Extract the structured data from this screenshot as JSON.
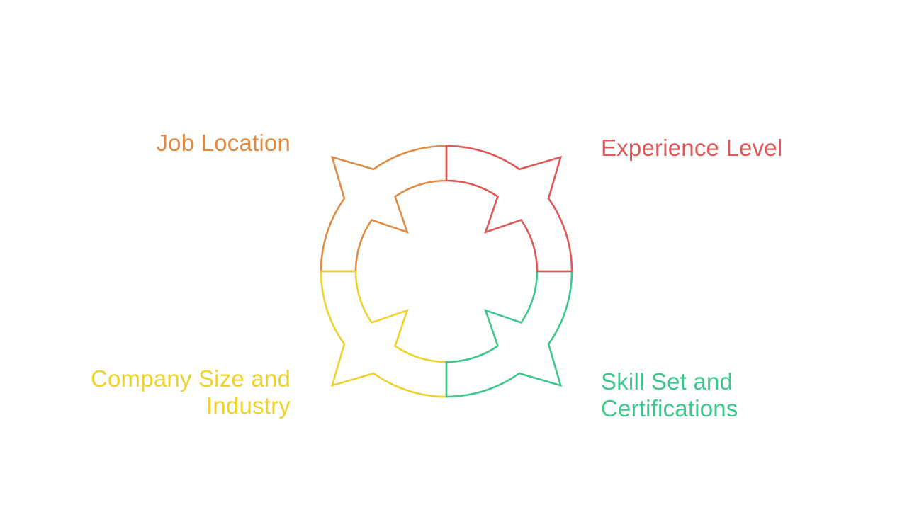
{
  "page": {
    "background": "#ffffff"
  },
  "diagram": {
    "type": "cycle-diagram",
    "description": "Four-part circular cycle with arrow-star quadrants",
    "segments": [
      {
        "id": "job-location",
        "label": "Job Location",
        "color": "#E08B44",
        "position": "top-left"
      },
      {
        "id": "experience-level",
        "label": "Experience Level",
        "color": "#E05757",
        "position": "top-right"
      },
      {
        "id": "company-size-industry",
        "label": "Company Size and\nIndustry",
        "color": "#EDD22F",
        "position": "bottom-left"
      },
      {
        "id": "skill-set-certifications",
        "label": "Skill Set and\nCertifications",
        "color": "#3EC78C",
        "position": "bottom-right"
      }
    ]
  }
}
